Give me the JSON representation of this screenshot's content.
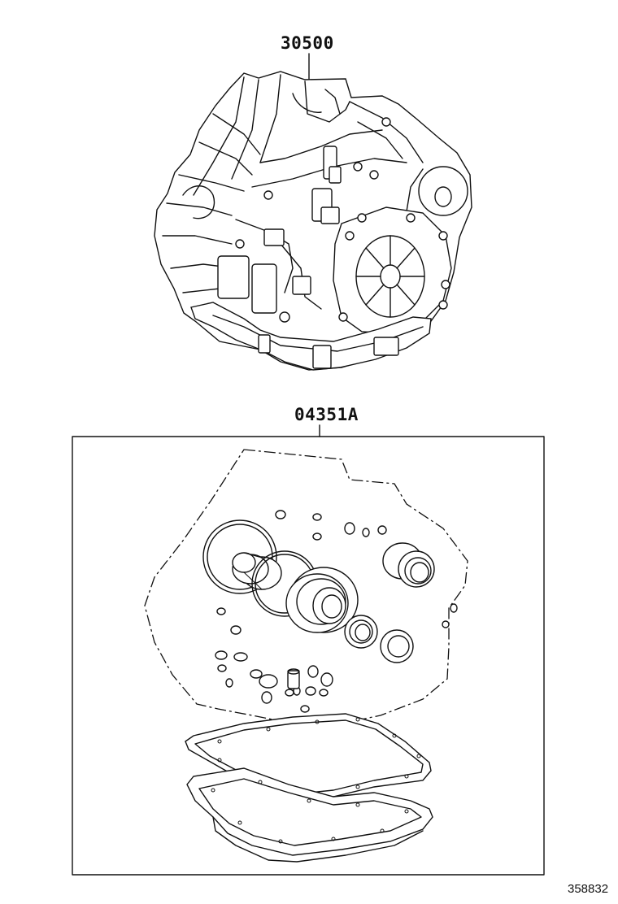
{
  "callouts": {
    "transmission_assembly": "30500",
    "overhaul_gasket_kit": "04351A"
  },
  "reference_code": "358832"
}
